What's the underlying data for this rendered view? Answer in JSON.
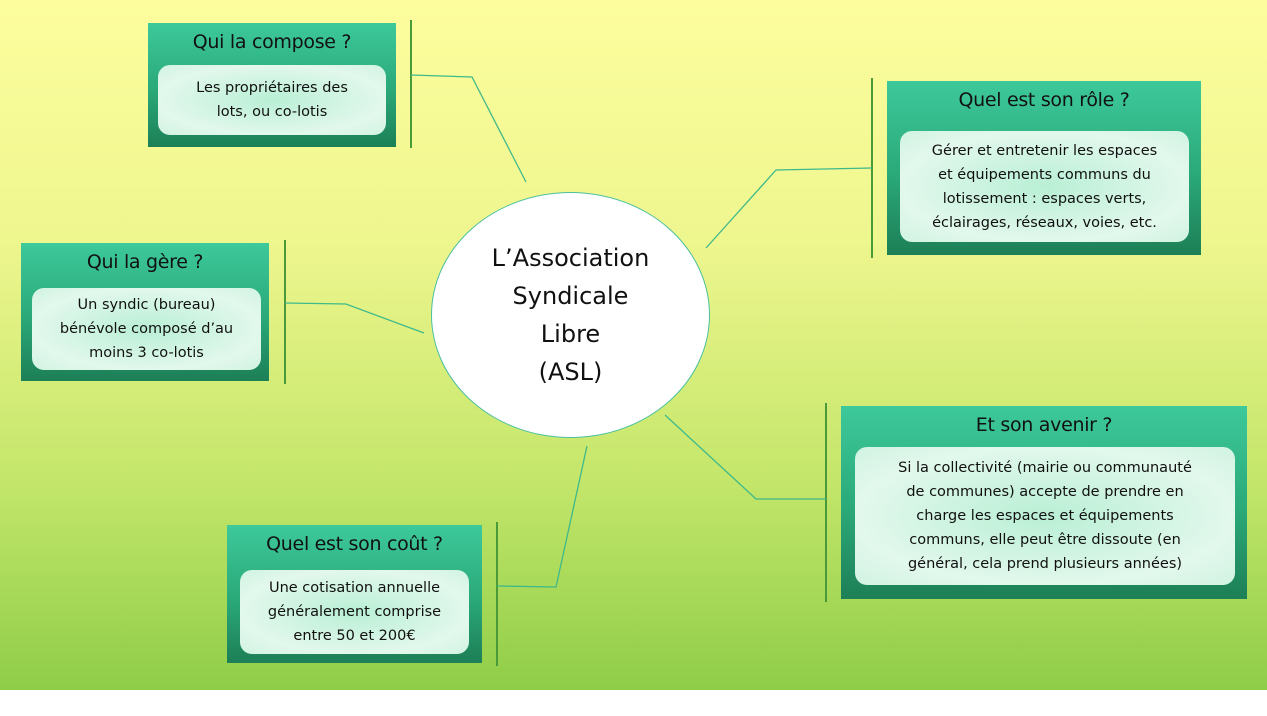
{
  "center": {
    "title": "L’Association\nSyndicale\nLibre\n(ASL)"
  },
  "nodes": [
    {
      "title": "Qui la compose ?",
      "text": "Les propriétaires des\nlots, ou co-lotis"
    },
    {
      "title": "Quel est son rôle ?",
      "text": "Gérer et entretenir les espaces\net équipements communs du\nlotissement : espaces verts,\néclairages, réseaux, voies, etc."
    },
    {
      "title": "Qui la gère ?",
      "text": "Un syndic (bureau)\nbénévole composé d’au\nmoins 3 co-lotis"
    },
    {
      "title": "Et son avenir ?",
      "text": "Si la collectivité (mairie ou communauté\nde communes) accepte de prendre en\ncharge les espaces et équipements\ncommuns, elle peut être dissoute (en\ngénéral, cela prend plusieurs années)"
    },
    {
      "title": "Quel est son coût ?",
      "text": "Une cotisation annuelle\ngénéralement comprise\nentre 50 et 200€"
    }
  ],
  "colors": {
    "box_top": "#3dc99b",
    "box_bottom": "#1d7f56",
    "line": "#3fb98a"
  }
}
